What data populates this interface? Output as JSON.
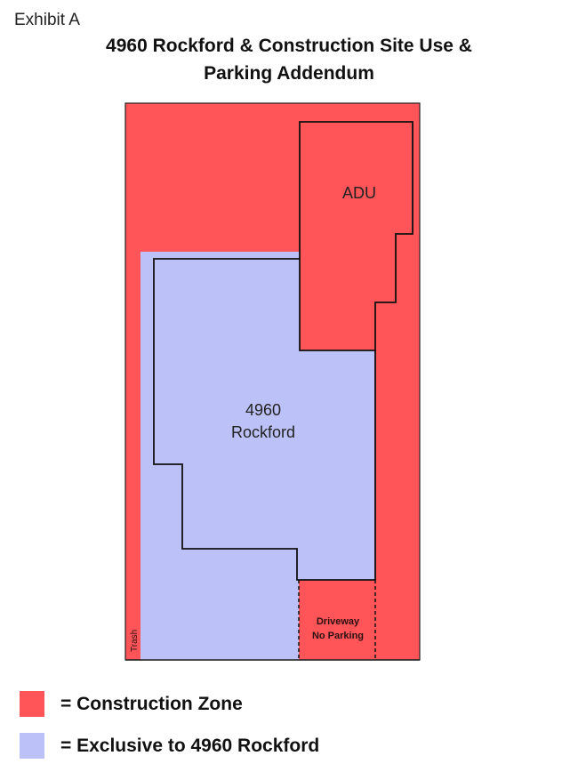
{
  "header": {
    "exhibit_label": "Exhibit A",
    "title_line1": "4960 Rockford & Construction Site Use &",
    "title_line2": "Parking Addendum"
  },
  "map": {
    "labels": {
      "adu": "ADU",
      "house_line1": "4960",
      "house_line2": "Rockford",
      "driveway_line1": "Driveway",
      "driveway_line2": "No Parking",
      "trash": "Trash"
    },
    "colors": {
      "construction": "#ff5558",
      "exclusive": "#bcc2f8",
      "outline": "#111111"
    }
  },
  "legend": {
    "items": [
      {
        "color": "#ff5558",
        "label": "= Construction Zone"
      },
      {
        "color": "#bcc2f8",
        "label": "= Exclusive to 4960 Rockford"
      }
    ]
  }
}
